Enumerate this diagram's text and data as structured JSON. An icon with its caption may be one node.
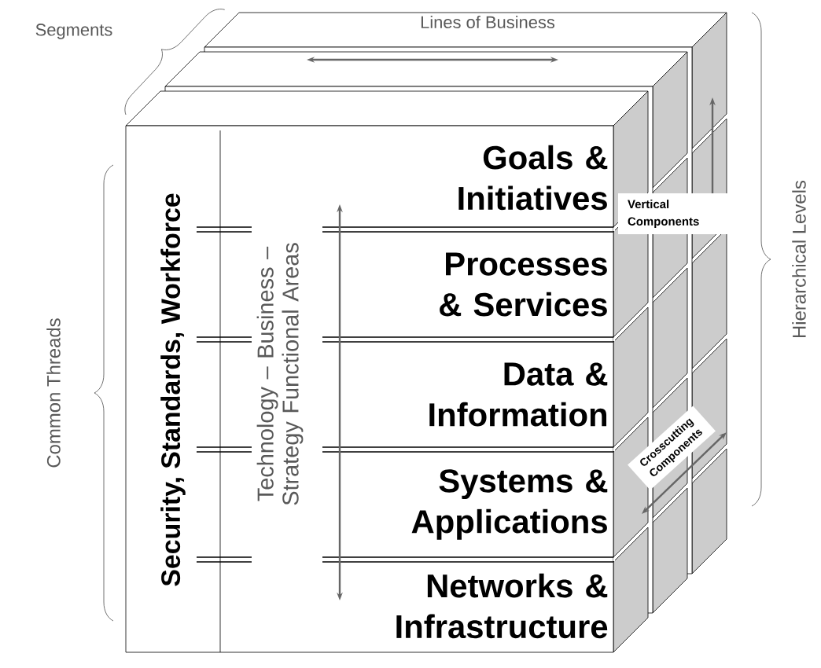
{
  "diagram": {
    "nodes": [
      {
        "text": [
          "Security, Standards, Workforce"
        ]
      },
      {
        "text": [
          "Goals & Initiatives"
        ]
      },
      {
        "text": [
          "Processes & Services"
        ]
      },
      {
        "text": [
          "Data & Information"
        ]
      },
      {
        "text": [
          "Systems & Applications"
        ]
      },
      {
        "text": [
          "Networks & Infrastructure"
        ]
      },
      {
        "text": [
          "Vertical Components"
        ]
      },
      {
        "text": [
          "Crosscutting Components"
        ]
      }
    ],
    "labels": [
      "Segments",
      "Lines of Business",
      "Common Threads",
      "Technology – Business – Strategy Functional Areas",
      "Hierarchical Levels"
    ]
  }
}
